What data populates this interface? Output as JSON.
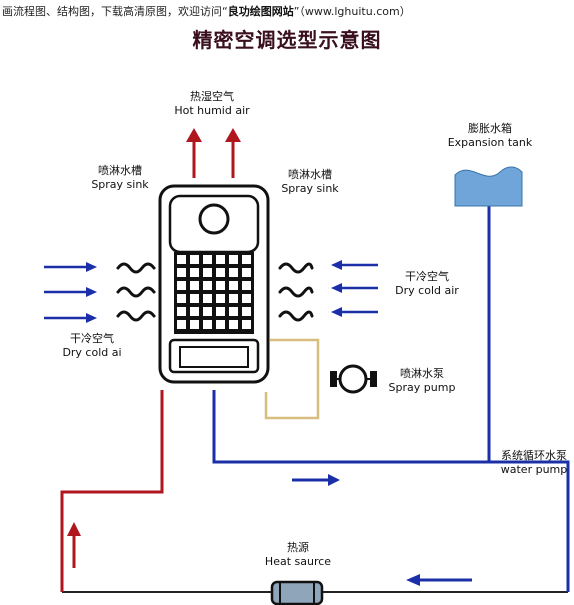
{
  "header": {
    "banner_prefix": "画流程图、结构图，下载高清原图，欢迎访问“",
    "banner_site": "良功绘图网站",
    "banner_suffix": "”（www.lghuitu.com）",
    "title": "精密空调选型示意图"
  },
  "labels": {
    "hot_air_cn": "热湿空气",
    "hot_air_en": "Hot humid air",
    "spray_sink_left_cn": "喷淋水槽",
    "spray_sink_left_en": "Spray sink",
    "spray_sink_right_cn": "喷淋水槽",
    "spray_sink_right_en": "Spray sink",
    "expansion_tank_cn": "膨胀水箱",
    "expansion_tank_en": "Expansion tank",
    "dry_cold_right_cn": "干冷空气",
    "dry_cold_right_en": "Dry cold air",
    "dry_cold_left_cn": "干冷空气",
    "dry_cold_left_en": "Dry cold ai",
    "spray_pump_cn": "喷淋水泵",
    "spray_pump_en": "Spray pump",
    "water_pump_cn": "系统循环水泵",
    "water_pump_en": "water pump",
    "heat_source_cn": "热源",
    "heat_source_en": "Heat saurce"
  },
  "colors": {
    "red_pipe": "#b0161e",
    "blue_pipe": "#1a2fa8",
    "tan_pipe": "#d8be7e",
    "unit_outline": "#111111",
    "title": "#3a0f1e"
  }
}
